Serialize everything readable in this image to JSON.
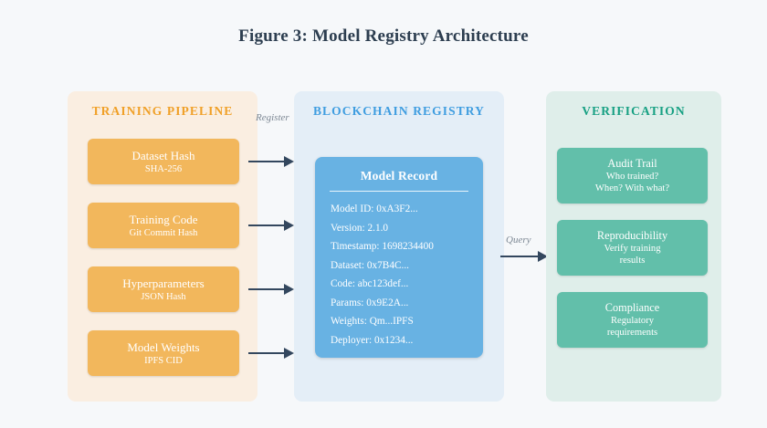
{
  "title": "Figure 3: Model Registry Architecture",
  "colors": {
    "page_background": "#f6f8fa",
    "title": "#2d3e50",
    "training_panel": "#faeee1",
    "training_accent": "#f0a028",
    "training_box": "#f2b75c",
    "registry_panel": "#e4eef7",
    "registry_accent": "#3f9de0",
    "registry_card": "#68b2e3",
    "verification_panel": "#dfeeea",
    "verification_accent": "#17a083",
    "verification_box": "#62bfaa",
    "arrow": "#33475e",
    "arrow_label": "#7d8894"
  },
  "training": {
    "heading": "TRAINING PIPELINE",
    "boxes": [
      {
        "title": "Dataset Hash",
        "subtitle": "SHA-256"
      },
      {
        "title": "Training Code",
        "subtitle": "Git Commit Hash"
      },
      {
        "title": "Hyperparameters",
        "subtitle": "JSON Hash"
      },
      {
        "title": "Model Weights",
        "subtitle": "IPFS CID"
      }
    ]
  },
  "registry": {
    "heading": "BLOCKCHAIN REGISTRY",
    "record_title": "Model Record",
    "fields": [
      "Model ID: 0xA3F2...",
      "Version: 2.1.0",
      "Timestamp: 1698234400",
      "Dataset: 0x7B4C...",
      "Code: abc123def...",
      "Params: 0x9E2A...",
      "Weights: Qm...IPFS",
      "Deployer: 0x1234..."
    ]
  },
  "verification": {
    "heading": "VERIFICATION",
    "boxes": [
      {
        "title": "Audit Trail",
        "subtitle_line1": "Who trained?",
        "subtitle_line2": "When? With what?"
      },
      {
        "title": "Reproducibility",
        "subtitle_line1": "Verify training",
        "subtitle_line2": "results"
      },
      {
        "title": "Compliance",
        "subtitle_line1": "Regulatory",
        "subtitle_line2": "requirements"
      }
    ]
  },
  "arrows": {
    "register_label": "Register",
    "query_label": "Query"
  }
}
